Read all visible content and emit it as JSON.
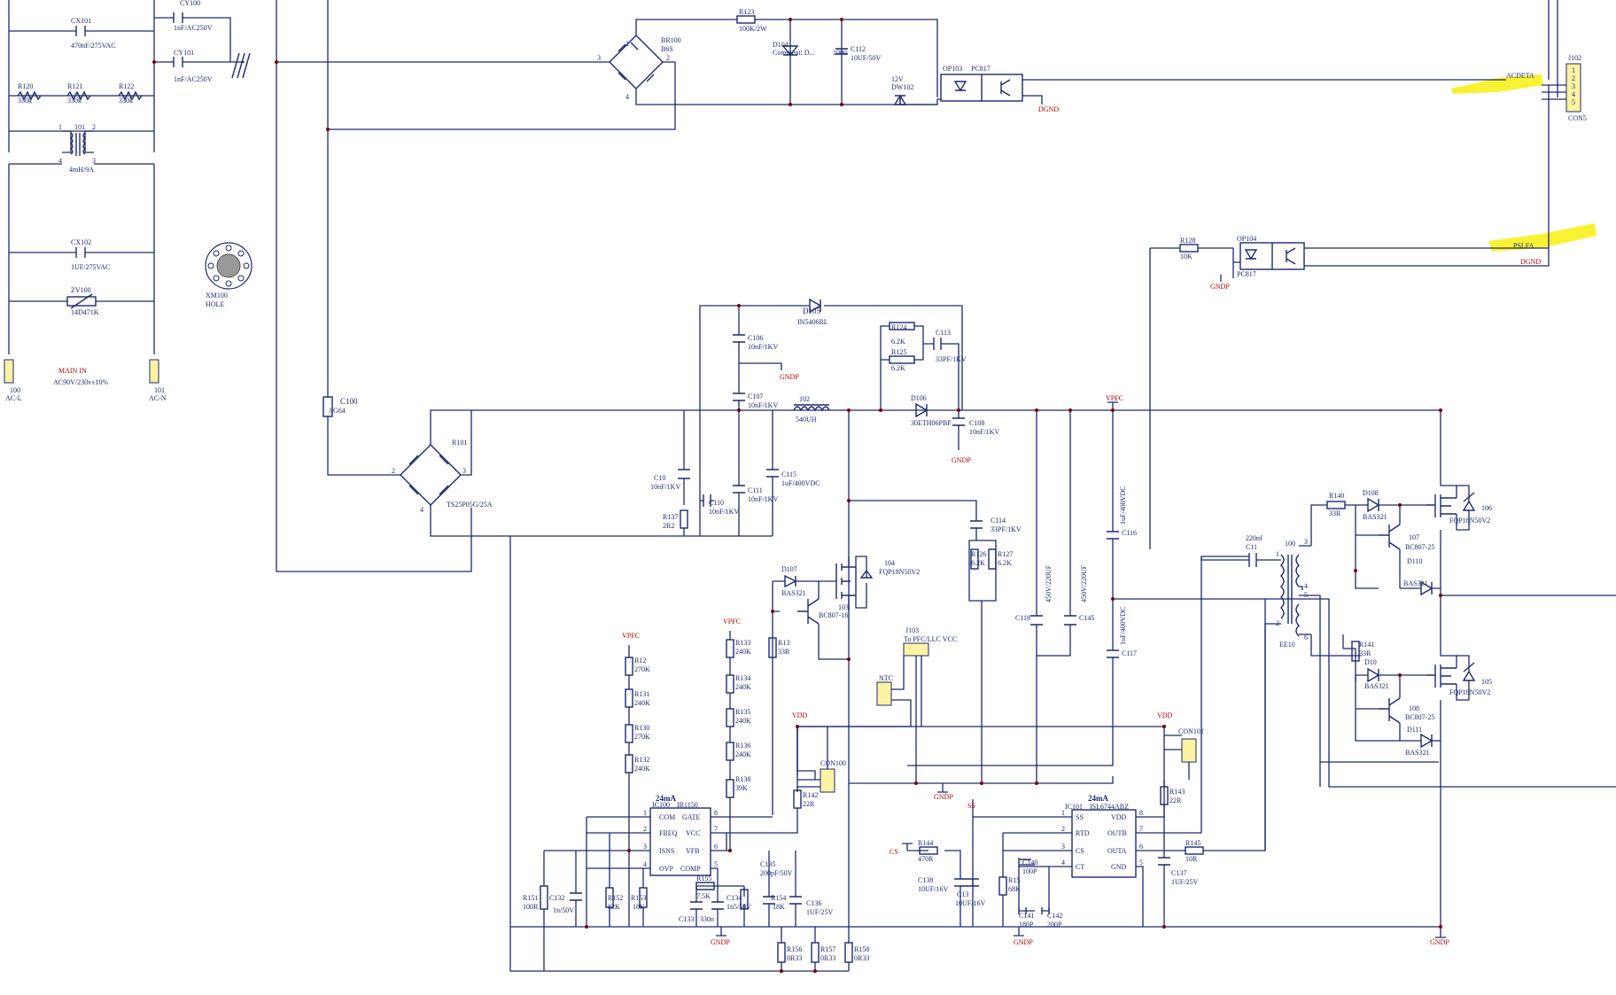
{
  "colors": {
    "wire": "#1d2a6e",
    "net": "#b00000",
    "connector": "#fdf3a3",
    "highlight": "#f6ef00"
  },
  "top_left": {
    "cy100": "CY100",
    "cy100_val": "1nF/AC250V",
    "cx101": "CX101",
    "cx101_val": "470nF/275VAC",
    "cy101": "CY101",
    "cy101_val": "1nF/AC250V",
    "r120": "R120",
    "r120_val": "330k",
    "r121": "R121",
    "r121_val": "330k",
    "r122": "R122",
    "r122_val": "330k",
    "t101": "101",
    "t101_val": "4mH/9A",
    "pin1": "1",
    "pin2": "2",
    "pin3": "3",
    "pin4": "4",
    "cx102": "CX102",
    "cx102_val": "1UF/275VAC",
    "zv100": "ZV100",
    "zv100_val": "14D471K",
    "main_in": "MAIN IN",
    "main_in_val": "AC90V/230v±10%",
    "j100": "100",
    "j100_val": "AC-L",
    "j101": "101",
    "j101_val": "AC-N",
    "xm100": "XM100",
    "xm100_val": "HOLE",
    "c100": "C100",
    "c100_val": "8G64"
  },
  "top_mid": {
    "br100": "BR100",
    "br100_val": "B6S",
    "p3": "3",
    "p2": "2",
    "p1": "1",
    "p4": "4",
    "r123": "R123",
    "r123_val": "100K/2W",
    "d104": "D104",
    "d104_val": "Comment: D...",
    "c112": "C112",
    "c112_val": "10UF/50V",
    "c1000": "1000",
    "dw102_v": "12V",
    "dw102": "DW102",
    "op103": "OP103",
    "op103_val": "PC817",
    "dgnd": "DGND",
    "j102": "J102",
    "j102_val": "CON5",
    "pins": [
      "1",
      "2",
      "3",
      "4",
      "5"
    ],
    "acdeta": "ACDETA",
    "r128": "R128",
    "r128_val": "10K",
    "op104": "OP104",
    "op104_val": "PC817",
    "gndp": "GNDP",
    "pslfa": "PSLFA",
    "dgnd2": "DGND"
  },
  "pfc": {
    "d105": "D105",
    "d105_val": "IN5406RL",
    "c106": "C106",
    "c106_val": "10nF/1KV",
    "gndp": "GNDP",
    "r124": "R124",
    "r124_val": "6.2K",
    "r125": "R125",
    "r125_val": "6.2K",
    "c113": "C113",
    "c113_val": "33PF/1KV",
    "c107": "C107",
    "c107_val": "10nF/1KV",
    "l102": "102",
    "l102_val": "540UH",
    "d106": "D106",
    "d106_val": "30ETH06PBF",
    "c108": "C108",
    "c108_val": "10nF/1KV",
    "gndp2": "GNDP",
    "vpfc": "VPFC",
    "r101": "R101",
    "r101_val": "TS25P05G/25A",
    "p2": "2",
    "p3": "3",
    "p4": "4",
    "c10": "C10",
    "c10_val": "10nF/1KV",
    "c115": "C115",
    "c115_val": "1uF/400VDC",
    "c110": "C110",
    "c110_val": "10nF/1KV",
    "c111": "C111",
    "c111_val": "10nF/1KV",
    "r137": "R137",
    "r137_val": "2R2",
    "c114": "C114",
    "c114_val": "33PF/1KV",
    "r126": "R126",
    "r126_val": "6.2K",
    "r127": "R127",
    "r127_val": "6.2K",
    "c118": "C118",
    "c145": "C145",
    "c118_val": "450V/220UF",
    "c145_val": "450V/220UF",
    "c116": "C116",
    "c116_val": "1uF/400VDC",
    "c117": "C117",
    "c117_val": "1uF/400VDC",
    "d107": "D107",
    "d107_val": "BAS321",
    "q104": "104",
    "q104_val": "FQP18N50V2",
    "q103": "103",
    "q103_val": "BC807-16",
    "r13": "R13",
    "r13_val": "33R",
    "j103": "J103",
    "j103_val": "To PFC/LLC VCC",
    "ntc": "NTC",
    "vdd": "VDD",
    "con100": "CON100",
    "gndp3": "GNDP"
  },
  "ir1150": {
    "current": "24mA",
    "ic": "IC100",
    "ic_val": "IR1150",
    "pins_left": [
      "COM",
      "FREQ",
      "ISNS",
      "OVP"
    ],
    "pins_right": [
      "GATE",
      "VCC",
      "VFB",
      "COMP"
    ],
    "nums_left": [
      "1",
      "2",
      "3",
      "4"
    ],
    "nums_right": [
      "8",
      "7",
      "6",
      "5"
    ],
    "vpfc_a": "VPFC",
    "vpfc_b": "VPFC",
    "r12": "R12",
    "r12_val": "270K",
    "r131": "R131",
    "r131_val": "240K",
    "r130": "R130",
    "r130_val": "270K",
    "r132": "R132",
    "r132_val": "240K",
    "r133": "R133",
    "r133_val": "240K",
    "r134": "R134",
    "r134_val": "240K",
    "r135": "R135",
    "r135_val": "240K",
    "r136": "R136",
    "r136_val": "240K",
    "r138": "R138",
    "r138_val": "39K",
    "r142": "R142",
    "r142_val": "22R",
    "r151": "R151",
    "r151_val": "100R",
    "c132": "C132",
    "c132_val": "1n/50V",
    "r152": "R152",
    "r152_val": "82K",
    "r153": "R153",
    "r153_val": "18K",
    "r155": "R155",
    "r155_val": "7.5K",
    "c133": "C133",
    "c133_val": "330n",
    "c134": "C134",
    "c134_val": "1n5/50V",
    "c135": "C135",
    "c135_val": "200pF/50V",
    "r154": "R154",
    "r154_val": "18K",
    "c136": "C136",
    "c136_val": "1UF/25V",
    "gndp": "GNDP",
    "r156": "R156",
    "r156_val": "0R33",
    "r157": "R157",
    "r157_val": "0R33",
    "r158": "R158",
    "r158_val": "0R33"
  },
  "isl6744": {
    "current": "24mA",
    "ic": "IC101",
    "ic_val": "ISL6744ABZ",
    "pins_left": [
      "SS",
      "RTD",
      "CS",
      "CT"
    ],
    "pins_right": [
      "VDD",
      "OUTB",
      "OUTA",
      "GND"
    ],
    "nums_left": [
      "1",
      "2",
      "3",
      "4"
    ],
    "nums_right": [
      "8",
      "7",
      "6",
      "5"
    ],
    "ss": "SS",
    "cs": "CS",
    "vdd": "VDD",
    "con102": "CON102",
    "r144": "R144",
    "r144_val": "470R",
    "c138": "C138",
    "c138_val": "10UF/16V",
    "c13": "C13",
    "c13_val": "10UF/16V",
    "r15": "R15",
    "r15_val": "68K",
    "c140": "C140",
    "c140_val": "100P",
    "c141": "C141",
    "c141_val": "180P",
    "c142": "C142",
    "c142_val": "200P",
    "gndp": "GNDP",
    "r143": "R143",
    "r143_val": "22R",
    "r145": "R145",
    "r145_val": "10R",
    "c137": "C137",
    "c137_val": "1UF/25V"
  },
  "gate_drive": {
    "c11": "C11",
    "c11_val": "220nf",
    "t100": "100",
    "t100_val": "EE10",
    "p1": "1",
    "p2": "2",
    "p3": "3",
    "p4": "4",
    "p5": "5",
    "p6": "6",
    "r140": "R140",
    "r140_val": "33R",
    "d108": "D108",
    "d108_val": "BAS321",
    "q106": "106",
    "q106_val": "FQP18N50V2",
    "q107": "107",
    "q107_val": "BC807-25",
    "d110": "D110",
    "d110_val": "BAS321",
    "r141": "R141",
    "r141_val": "33R",
    "d10": "D10",
    "d10_val": "BAS321",
    "q105": "105",
    "q105_val": "FQP18N50V2",
    "q108": "108",
    "q108_val": "BC807-25",
    "d111": "D111",
    "d111_val": "BAS321",
    "gndp": "GNDP"
  }
}
